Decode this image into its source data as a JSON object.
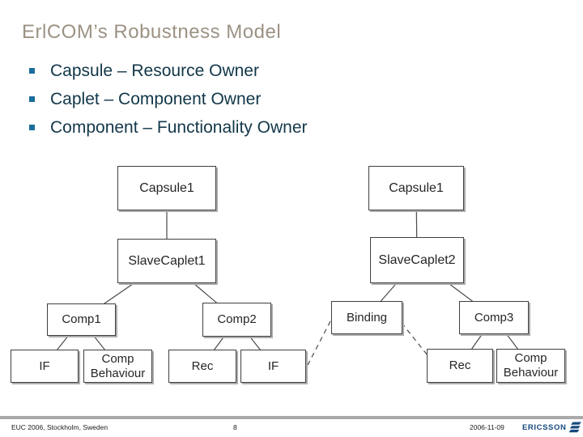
{
  "title": "ErlCOM’s Robustness Model",
  "bullets": [
    {
      "label": "Capsule – Resource Owner"
    },
    {
      "label": "Caplet – Component Owner"
    },
    {
      "label": "Component – Functionality Owner"
    }
  ],
  "diagram": {
    "left_tree": {
      "capsule": "Capsule1",
      "caplet": "SlaveCaplet1",
      "comp1": "Comp1",
      "comp2": "Comp2",
      "comp1_if": "IF",
      "comp1_behaviour": "Comp Behaviour",
      "comp2_rec": "Rec",
      "comp2_if": "IF"
    },
    "right_tree": {
      "capsule": "Capsule1",
      "caplet": "SlaveCaplet2",
      "binding": "Binding",
      "comp3": "Comp3",
      "comp3_rec": "Rec",
      "comp3_behaviour": "Comp Behaviour"
    }
  },
  "footer": {
    "conference": "EUC 2006, Stockholm, Sweden",
    "page_number": "8",
    "date": "2006-11-09",
    "logo_text": "ERICSSON"
  },
  "colors": {
    "title_text": "#9c9284",
    "bullet_text": "#123749",
    "bullet_marker": "#1b6e9b",
    "box_border": "#3f3f3f",
    "box_shadow": "#adadad",
    "connector": "#4a4a4a",
    "footer_rule": "#a9a9a9",
    "ericsson_blue": "#164a7d"
  }
}
